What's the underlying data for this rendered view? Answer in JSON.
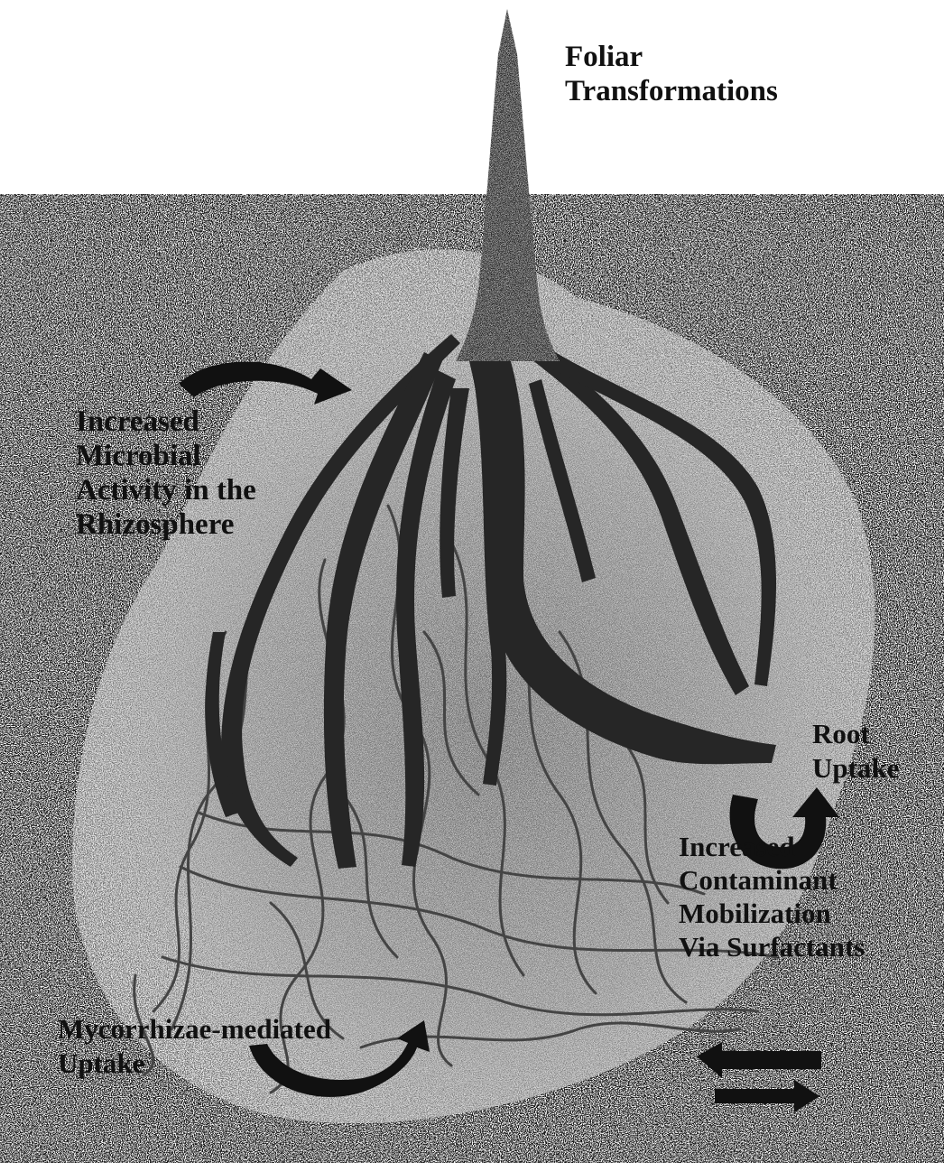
{
  "labels": {
    "foliar": [
      "Foliar",
      "Transformations"
    ],
    "microbial": [
      "Increased",
      "Microbial",
      "Activity in the",
      "Rhizosphere"
    ],
    "root_uptake": [
      "Root",
      "Uptake"
    ],
    "surfactants": [
      "Increased",
      "Contaminant",
      "Mobilization",
      "Via Surfactants"
    ],
    "mycorrhizae": [
      "Mycorrhizae-mediated",
      "Uptake"
    ]
  },
  "colors": {
    "soil_light": "#b8b8b8",
    "soil_dark": "#5e5e5e",
    "root_fill": "#2a2a2a",
    "hyphae": "#4a4a4a",
    "arrow": "#111111",
    "text": "#111111"
  },
  "icons": {
    "microbial_arrow": "curved-arrow-icon",
    "root_uptake_arrow": "circular-arrow-icon",
    "mycorrhizae_arrow": "curved-arrow-icon",
    "surfactant_arrows": "double-arrow-icon"
  }
}
